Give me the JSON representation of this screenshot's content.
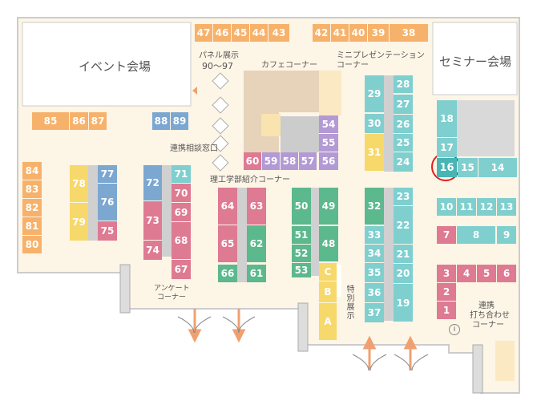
{
  "colors": {
    "orange": "#f6b26b",
    "blue": "#7ba7d1",
    "pink": "#de7a92",
    "green": "#5cb88d",
    "teal": "#7fcfcf",
    "yellow": "#f7d86a",
    "purple": "#b39ad4",
    "floor": "#fdf5e6",
    "highlight": "#e02020"
  },
  "labels": {
    "event_hall": "イベント会場",
    "seminar_hall": "セミナー会場",
    "panel_title": "パネル展示",
    "panel_range": "90〜97",
    "cafe": "カフェコーナー",
    "mini_pres": "ミニプレゼンテーション",
    "mini_pres_2": "コーナー",
    "renkei_consult": "連携相談窓口",
    "science_intro": "理工学部紹介コーナー",
    "special_exhibit": "特別展示",
    "survey": "アンケート",
    "survey_2": "コーナー",
    "renkei_meeting_1": "連携",
    "renkei_meeting_2": "打ち合わせ",
    "renkei_meeting_3": "コーナー",
    "info_icon": "i"
  },
  "highlighted_booth": "16",
  "booths": [
    {
      "id": "47",
      "color": "orange"
    },
    {
      "id": "46",
      "color": "orange"
    },
    {
      "id": "45",
      "color": "orange"
    },
    {
      "id": "44",
      "color": "orange"
    },
    {
      "id": "43",
      "color": "orange"
    },
    {
      "id": "42",
      "color": "orange"
    },
    {
      "id": "41",
      "color": "orange"
    },
    {
      "id": "40",
      "color": "orange"
    },
    {
      "id": "39",
      "color": "orange"
    },
    {
      "id": "38",
      "color": "orange"
    },
    {
      "id": "85",
      "color": "orange"
    },
    {
      "id": "86",
      "color": "orange"
    },
    {
      "id": "87",
      "color": "orange"
    },
    {
      "id": "88",
      "color": "blue"
    },
    {
      "id": "89",
      "color": "blue"
    },
    {
      "id": "84",
      "color": "orange"
    },
    {
      "id": "83",
      "color": "orange"
    },
    {
      "id": "82",
      "color": "orange"
    },
    {
      "id": "81",
      "color": "orange"
    },
    {
      "id": "80",
      "color": "orange"
    },
    {
      "id": "78",
      "color": "yellow"
    },
    {
      "id": "79",
      "color": "yellow"
    },
    {
      "id": "77",
      "color": "blue"
    },
    {
      "id": "76",
      "color": "blue"
    },
    {
      "id": "75",
      "color": "pink"
    },
    {
      "id": "72",
      "color": "blue"
    },
    {
      "id": "73",
      "color": "pink"
    },
    {
      "id": "74",
      "color": "pink"
    },
    {
      "id": "71",
      "color": "teal"
    },
    {
      "id": "70",
      "color": "pink"
    },
    {
      "id": "69",
      "color": "pink"
    },
    {
      "id": "68",
      "color": "pink"
    },
    {
      "id": "67",
      "color": "pink"
    },
    {
      "id": "64",
      "color": "pink"
    },
    {
      "id": "63",
      "color": "pink"
    },
    {
      "id": "65",
      "color": "pink"
    },
    {
      "id": "62",
      "color": "green"
    },
    {
      "id": "66",
      "color": "green"
    },
    {
      "id": "61",
      "color": "green"
    },
    {
      "id": "60",
      "color": "pink"
    },
    {
      "id": "59",
      "color": "purple"
    },
    {
      "id": "58",
      "color": "purple"
    },
    {
      "id": "57",
      "color": "purple"
    },
    {
      "id": "56",
      "color": "purple"
    },
    {
      "id": "54",
      "color": "purple"
    },
    {
      "id": "55",
      "color": "purple"
    },
    {
      "id": "50",
      "color": "green"
    },
    {
      "id": "49",
      "color": "green"
    },
    {
      "id": "51",
      "color": "green"
    },
    {
      "id": "48",
      "color": "green"
    },
    {
      "id": "52",
      "color": "green"
    },
    {
      "id": "53",
      "color": "green"
    },
    {
      "id": "C",
      "color": "yellow"
    },
    {
      "id": "B",
      "color": "yellow"
    },
    {
      "id": "A",
      "color": "yellow"
    },
    {
      "id": "29",
      "color": "teal"
    },
    {
      "id": "30",
      "color": "teal"
    },
    {
      "id": "31",
      "color": "yellow"
    },
    {
      "id": "28",
      "color": "teal"
    },
    {
      "id": "27",
      "color": "teal"
    },
    {
      "id": "26",
      "color": "teal"
    },
    {
      "id": "25",
      "color": "teal"
    },
    {
      "id": "24",
      "color": "teal"
    },
    {
      "id": "32",
      "color": "green"
    },
    {
      "id": "33",
      "color": "teal"
    },
    {
      "id": "34",
      "color": "teal"
    },
    {
      "id": "35",
      "color": "teal"
    },
    {
      "id": "36",
      "color": "teal"
    },
    {
      "id": "37",
      "color": "teal"
    },
    {
      "id": "23",
      "color": "teal"
    },
    {
      "id": "22",
      "color": "teal"
    },
    {
      "id": "21",
      "color": "teal"
    },
    {
      "id": "20",
      "color": "teal"
    },
    {
      "id": "19",
      "color": "teal"
    },
    {
      "id": "18",
      "color": "teal"
    },
    {
      "id": "17",
      "color": "teal"
    },
    {
      "id": "16",
      "color": "teal"
    },
    {
      "id": "15",
      "color": "teal"
    },
    {
      "id": "14",
      "color": "teal"
    },
    {
      "id": "10",
      "color": "teal"
    },
    {
      "id": "11",
      "color": "teal"
    },
    {
      "id": "12",
      "color": "teal"
    },
    {
      "id": "13",
      "color": "teal"
    },
    {
      "id": "7",
      "color": "pink"
    },
    {
      "id": "8",
      "color": "teal"
    },
    {
      "id": "9",
      "color": "teal"
    },
    {
      "id": "3",
      "color": "pink"
    },
    {
      "id": "4",
      "color": "pink"
    },
    {
      "id": "5",
      "color": "pink"
    },
    {
      "id": "6",
      "color": "pink"
    },
    {
      "id": "2",
      "color": "pink"
    },
    {
      "id": "1",
      "color": "pink"
    }
  ]
}
